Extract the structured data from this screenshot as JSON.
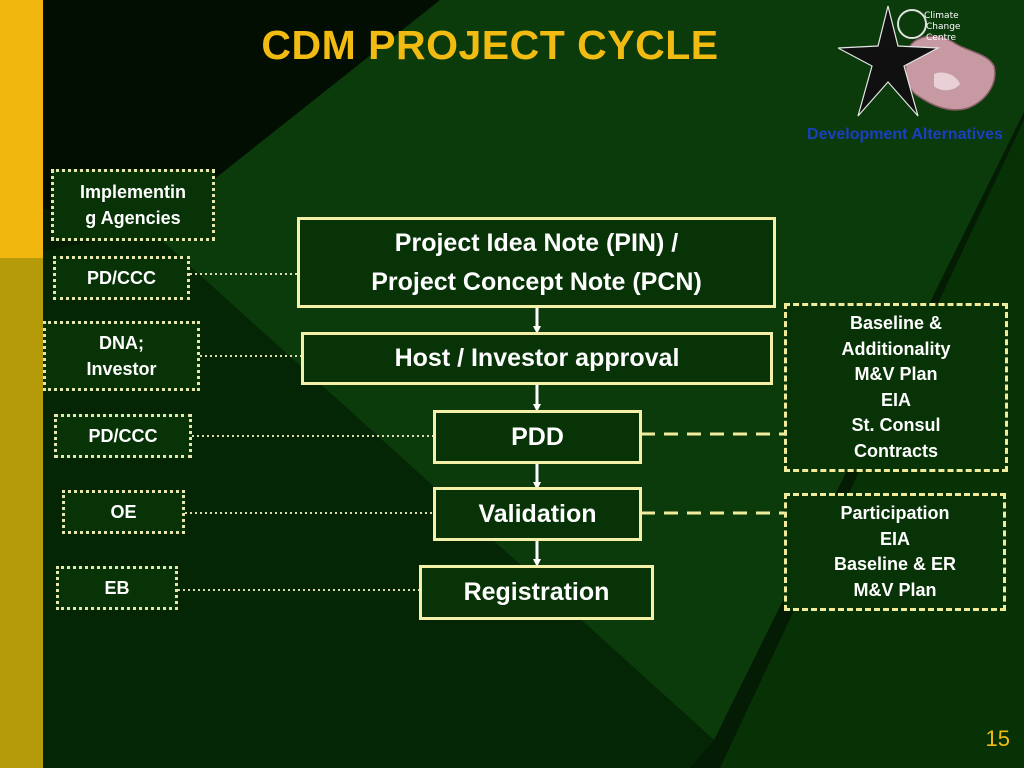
{
  "title": "CDM PROJECT CYCLE",
  "organization": "Development Alternatives",
  "logo": {
    "icon": "star-map-logo",
    "text_lines": [
      "Climate",
      "Change",
      "Centre"
    ]
  },
  "flow_steps": [
    "Project Idea Note (PIN) /\nProject Concept Note (PCN)",
    "Host / Investor approval",
    "PDD",
    "Validation",
    "Registration"
  ],
  "actors": [
    "Implementin\ng Agencies",
    "PD/CCC",
    "DNA;\nInvestor",
    "PD/CCC",
    "OE",
    "EB"
  ],
  "pdd_requirements": [
    "Baseline &",
    "Additionality",
    "M&V Plan",
    "EIA",
    "St. Consul",
    "Contracts"
  ],
  "validation_requirements": [
    "Participation",
    "EIA",
    "Baseline & ER",
    "M&V Plan"
  ],
  "page_number": "15",
  "colors": {
    "title": "#f2bb12",
    "organization": "#1c3fbf",
    "background": "#062a06",
    "box_border": "#f4f0a8"
  }
}
